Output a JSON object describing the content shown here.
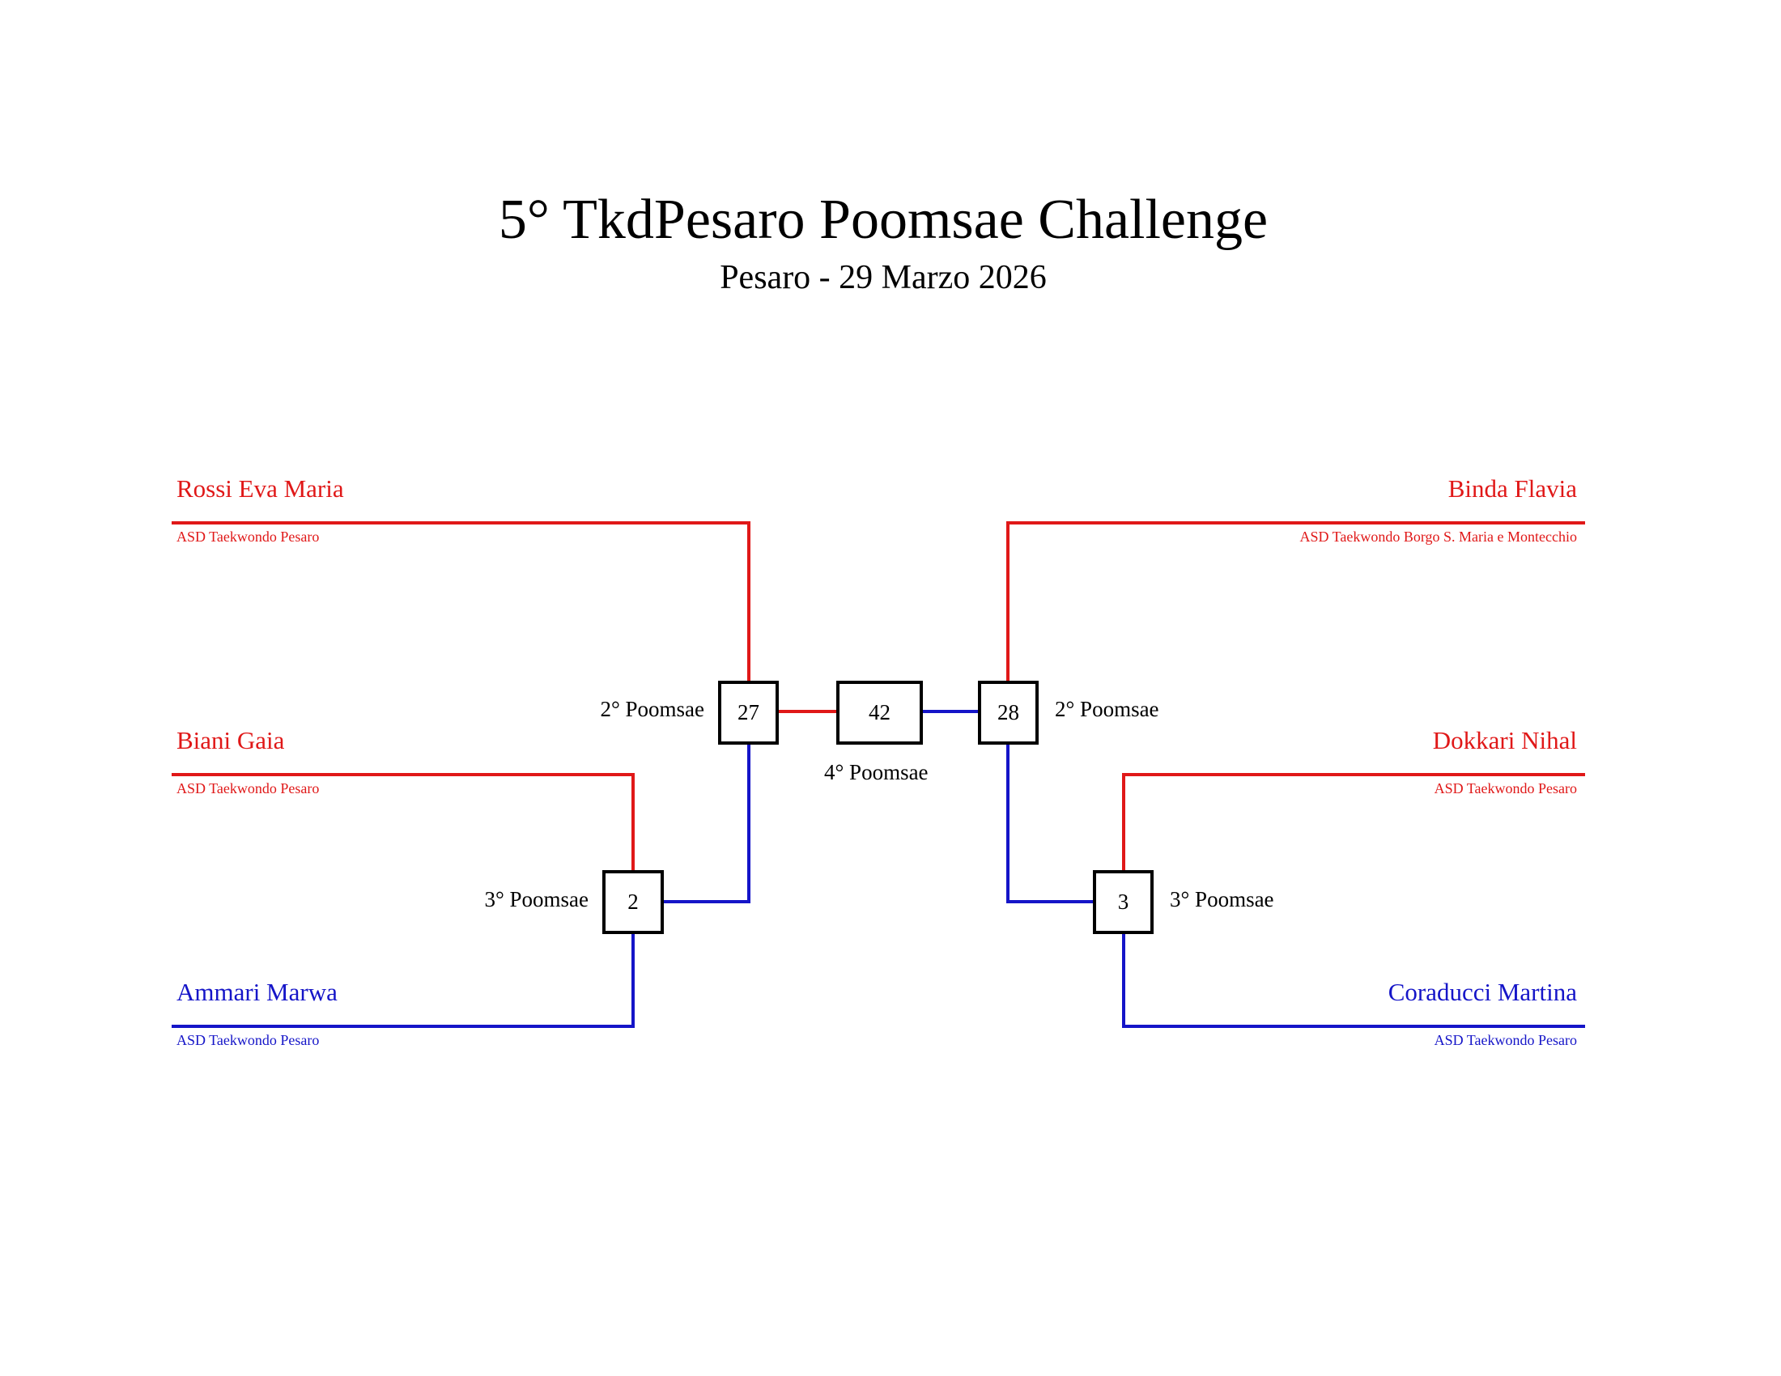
{
  "header": {
    "title": "5° TkdPesaro Poomsae Challenge",
    "subtitle": "Pesaro - 29 Marzo 2026"
  },
  "colors": {
    "red": "#e01818",
    "blue": "#1515c8",
    "box_border": "#000000"
  },
  "left": {
    "athletes": [
      {
        "name": "Rossi Eva Maria",
        "club": "ASD Taekwondo Pesaro",
        "corner": "red"
      },
      {
        "name": "Biani Gaia",
        "club": "ASD Taekwondo Pesaro",
        "corner": "red"
      },
      {
        "name": "Ammari Marwa",
        "club": "ASD Taekwondo Pesaro",
        "corner": "blue"
      }
    ],
    "match_semi": {
      "number": "27",
      "round": "2° Poomsae"
    },
    "match_quarter": {
      "number": "2",
      "round": "3° Poomsae"
    }
  },
  "right": {
    "athletes": [
      {
        "name": "Binda Flavia",
        "club": "ASD Taekwondo Borgo S. Maria e Montecchio",
        "corner": "red"
      },
      {
        "name": "Dokkari Nihal",
        "club": "ASD Taekwondo Pesaro",
        "corner": "red"
      },
      {
        "name": "Coraducci Martina",
        "club": "ASD Taekwondo Pesaro",
        "corner": "blue"
      }
    ],
    "match_semi": {
      "number": "28",
      "round": "2° Poomsae"
    },
    "match_quarter": {
      "number": "3",
      "round": "3° Poomsae"
    }
  },
  "final": {
    "number": "42",
    "round": "4° Poomsae"
  }
}
